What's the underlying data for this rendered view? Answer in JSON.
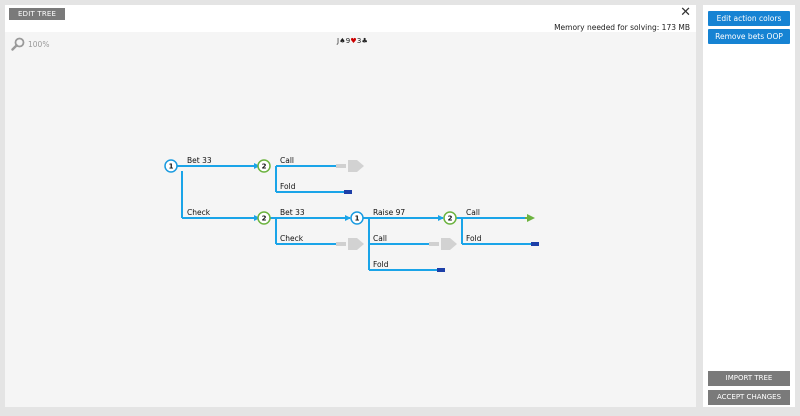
{
  "header": {
    "edit_tree_label": "EDIT TREE",
    "close_symbol": "✕",
    "memory_text": "Memory needed for solving: 173 MB"
  },
  "canvas": {
    "zoom_label": "100%",
    "board": {
      "c1": "J♠",
      "c2": "9",
      "c3": "♥",
      "c4": "3♣"
    }
  },
  "tree": {
    "nodes": {
      "n1": "1",
      "n2": "2",
      "n3": "2",
      "n4": "1",
      "n5": "2"
    },
    "actions": {
      "bet33_a": "Bet 33",
      "call_a": "Call",
      "fold_a": "Fold",
      "check_a": "Check",
      "bet33_b": "Bet 33",
      "check_b": "Check",
      "raise97": "Raise 97",
      "call_b": "Call",
      "fold_b": "Fold",
      "call_c": "Call",
      "fold_c": "Fold"
    },
    "colors": {
      "line": "#1aa4e8",
      "ip_node": "#6cb33f",
      "oop_node": "#1a9be0",
      "fold_end": "#1d3fa8",
      "call_end": "#6cb33f",
      "pending": "#c8c8c8"
    }
  },
  "sidebar": {
    "edit_colors_label": "Edit action colors",
    "remove_bets_label": "Remove bets OOP",
    "import_label": "IMPORT TREE",
    "accept_label": "ACCEPT CHANGES"
  }
}
